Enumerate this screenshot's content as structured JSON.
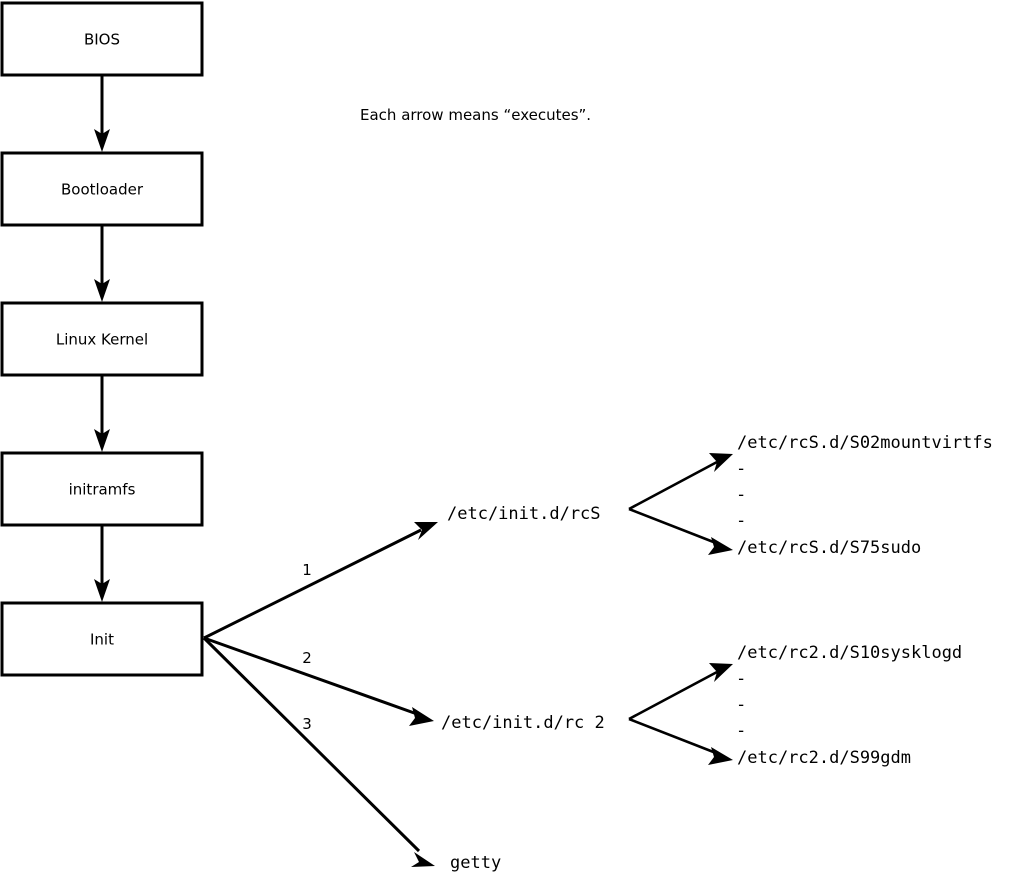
{
  "diagram": {
    "caption": "Each arrow means “executes”.",
    "boot_chain": [
      {
        "label": "BIOS"
      },
      {
        "label": "Bootloader"
      },
      {
        "label": "Linux Kernel"
      },
      {
        "label": "initramfs"
      },
      {
        "label": "Init"
      }
    ],
    "init_branches": [
      {
        "number": "1",
        "label": "/etc/init.d/rcS"
      },
      {
        "number": "2",
        "label": "/etc/init.d/rc 2"
      },
      {
        "number": "3",
        "label": "getty"
      }
    ],
    "rcs_scripts": {
      "first": "/etc/rcS.d/S02mountvirtfs",
      "last": "/etc/rcS.d/S75sudo",
      "ellipsis": [
        "-",
        "-",
        "-"
      ]
    },
    "rc2_scripts": {
      "first": "/etc/rc2.d/S10sysklogd",
      "last": "/etc/rc2.d/S99gdm",
      "ellipsis": [
        "-",
        "-",
        "-"
      ]
    },
    "colors": {
      "stroke": "#000000",
      "background": "#ffffff",
      "box_fill": "#ffffff"
    }
  }
}
